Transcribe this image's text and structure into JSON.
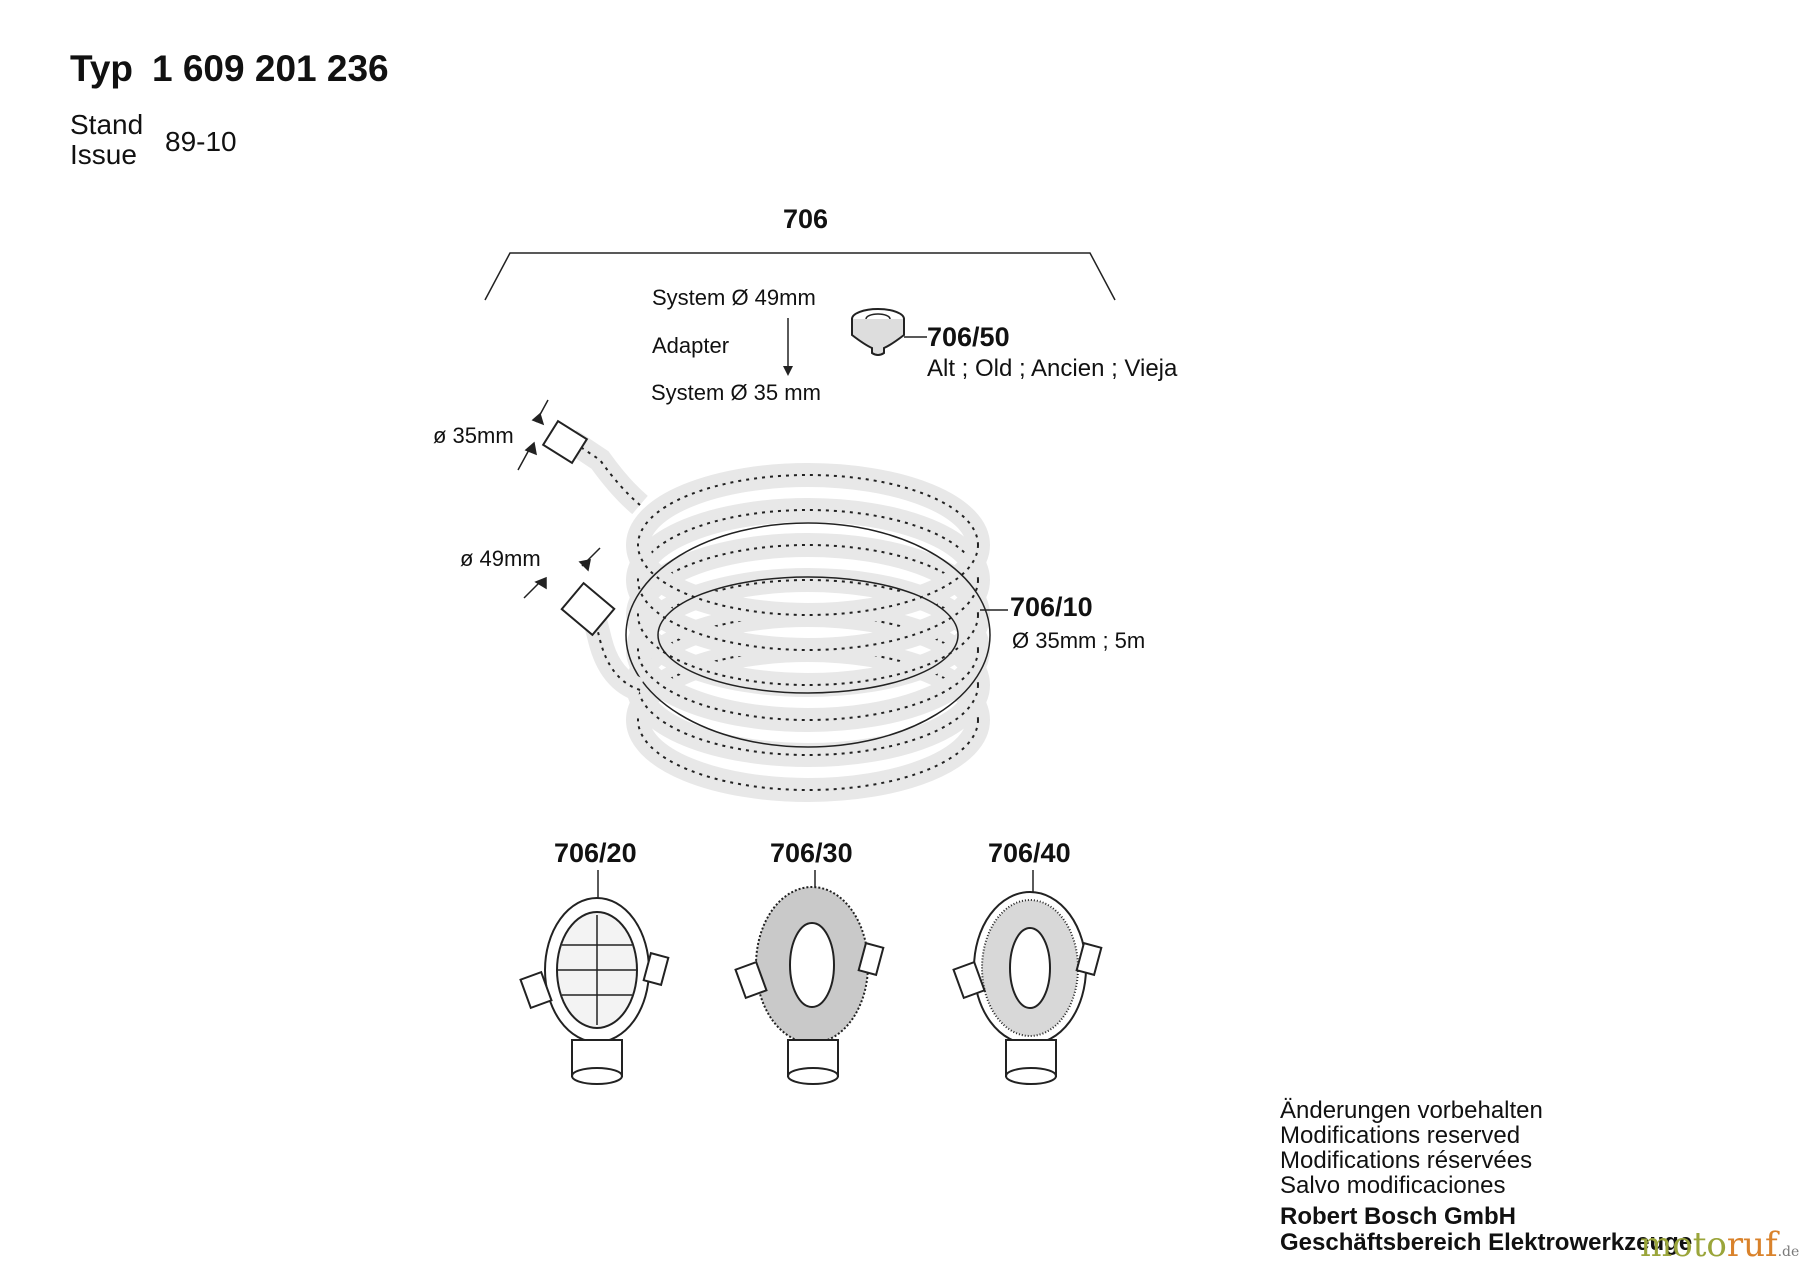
{
  "header": {
    "typ_label": "Typ",
    "typ_number": "1 609 201 236",
    "stand_label": "Stand",
    "issue_label": "Issue",
    "issue_value": "89-10"
  },
  "parts": {
    "main": {
      "number": "706"
    },
    "adapter": {
      "number": "706/50",
      "desc": "Alt ; Old ; Ancien ; Vieja",
      "system_top": "System  Ø 49mm",
      "adapter_label": "Adapter",
      "system_bottom": "System  Ø 35 mm"
    },
    "hose": {
      "number": "706/10",
      "desc": "Ø 35mm ; 5m",
      "dim_small": "ø 35mm",
      "dim_large": "ø 49mm"
    },
    "nozzle_1": {
      "number": "706/20"
    },
    "nozzle_2": {
      "number": "706/30"
    },
    "nozzle_3": {
      "number": "706/40"
    }
  },
  "footer": {
    "notes": [
      "Änderungen vorbehalten",
      "Modifications reserved",
      "Modifications réservées",
      "Salvo modificaciones"
    ],
    "company": "Robert Bosch GmbH",
    "division": "Geschäftsbereich Elektrowerkzeuge",
    "watermark_a": "moto",
    "watermark_b": "ruf",
    "watermark_c": ".de"
  }
}
